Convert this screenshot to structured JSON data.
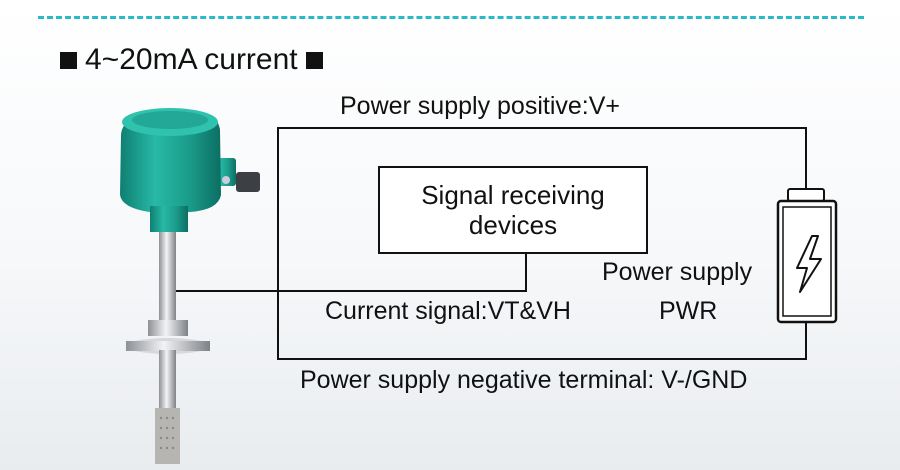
{
  "heading": {
    "text": "4~20mA current"
  },
  "wiring": {
    "positive_label": "Power supply positive:V+",
    "negative_label": "Power supply negative terminal: V-/GND",
    "current_label": "Current signal:VT&VH"
  },
  "receiver": {
    "line1": "Signal receiving",
    "line2": "devices"
  },
  "power_supply": {
    "line1": "Power supply",
    "line2": "PWR",
    "icon": "battery-lightning-icon"
  },
  "transmitter": {
    "icon": "transmitter-probe-icon",
    "housing_color": "#1fa592"
  },
  "colors": {
    "accent_dash": "#2bb8c8",
    "wire": "#111111"
  }
}
